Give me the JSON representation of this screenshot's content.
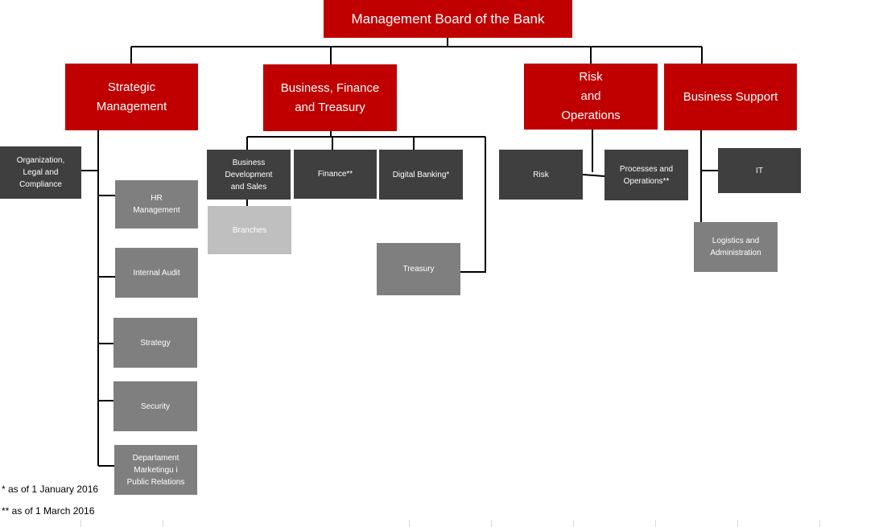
{
  "board": {
    "label": "Management Board of the Bank"
  },
  "divisions": {
    "strategic": "Strategic\nManagement",
    "business": "Business, Finance\nand Treasury",
    "risk": "Risk\nand\nOperations",
    "support": "Business Support"
  },
  "units": {
    "organization": "Organization,\nLegal and\nCompliance",
    "hr": "HR\nManagement",
    "audit": "Internal Audit",
    "strategy": "Strategy",
    "security": "Security",
    "marketing": "Departament\nMarketingu i\nPublic Relations",
    "bizdev": "Business\nDevelopment\nand Sales",
    "branches": "Branches",
    "finance": "Finance**",
    "digital": "Digital Banking*",
    "treasury": "Treasury",
    "risk": "Risk",
    "processes": "Processes and\nOperations**",
    "it": "IT",
    "logistics": "Logistics and\nAdministration"
  },
  "footnotes": {
    "first": "* as of 1 January 2016",
    "second": "** as of 1 March 2016"
  },
  "colors": {
    "red": "#c00000",
    "dark": "#3f3f3f",
    "mid": "#7f7f7f",
    "light": "#bfbfbf",
    "line": "#000000"
  }
}
